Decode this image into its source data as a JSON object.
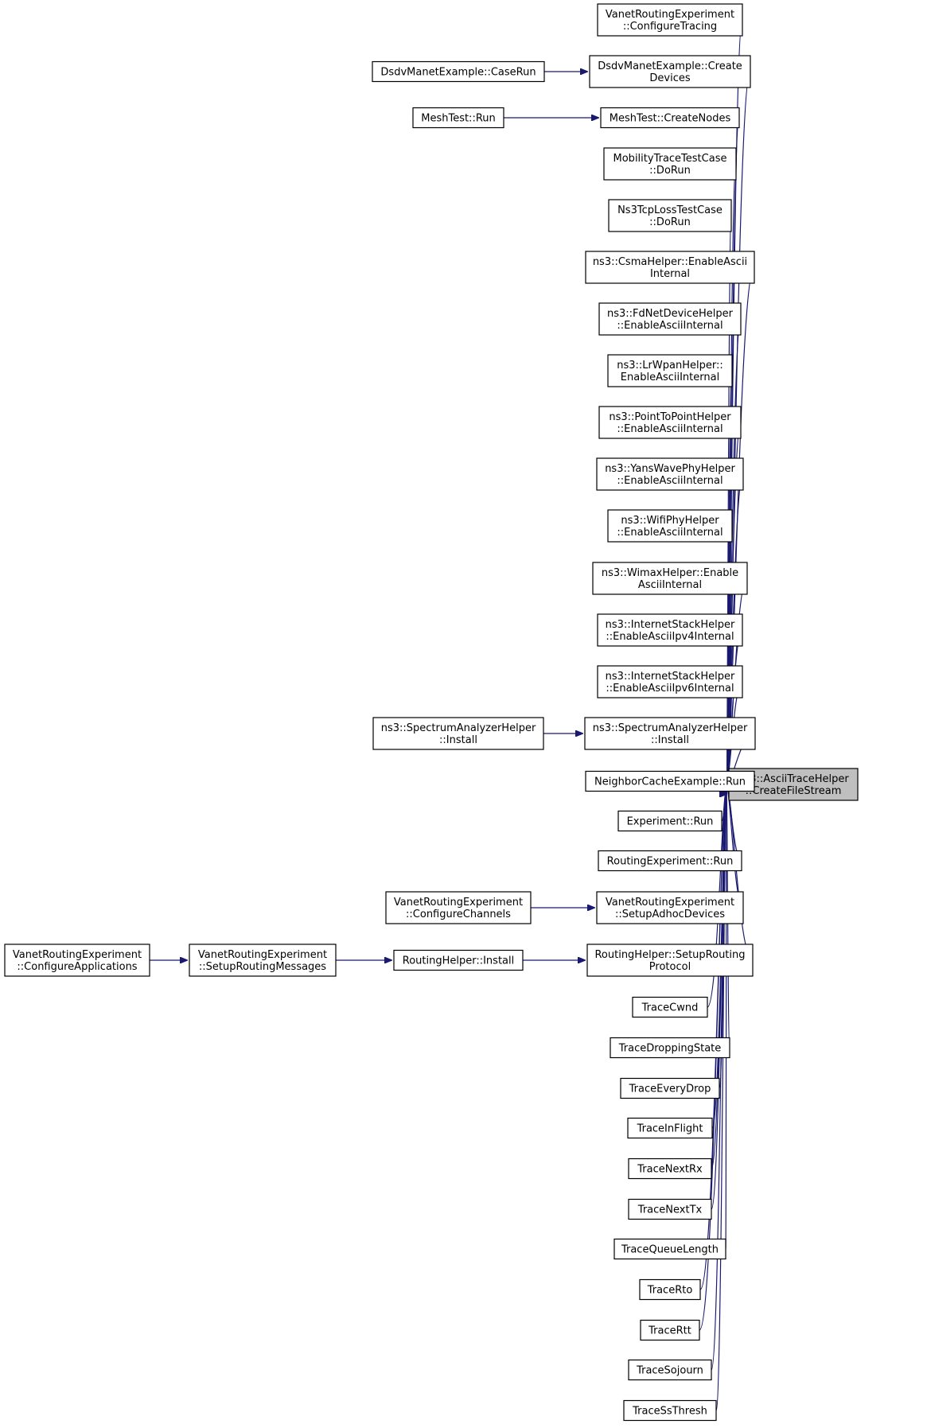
{
  "diagram": {
    "nodes": [
      {
        "id": "target",
        "lines": [
          "ns3::AsciiTraceHelper",
          "::CreateFileStream"
        ],
        "selected": true
      },
      {
        "id": "configure-tracing",
        "lines": [
          "VanetRoutingExperiment",
          "::ConfigureTracing"
        ]
      },
      {
        "id": "dsdv-create-devices",
        "lines": [
          "DsdvManetExample::Create",
          "Devices"
        ]
      },
      {
        "id": "dsdv-caserun",
        "lines": [
          "DsdvManetExample::CaseRun"
        ]
      },
      {
        "id": "mesh-create-nodes",
        "lines": [
          "MeshTest::CreateNodes"
        ]
      },
      {
        "id": "mesh-run",
        "lines": [
          "MeshTest::Run"
        ]
      },
      {
        "id": "mobility-dorun",
        "lines": [
          "MobilityTraceTestCase",
          "::DoRun"
        ]
      },
      {
        "id": "ns3tcp-dorun",
        "lines": [
          "Ns3TcpLossTestCase",
          "::DoRun"
        ]
      },
      {
        "id": "csma-enable",
        "lines": [
          "ns3::CsmaHelper::EnableAscii",
          "Internal"
        ]
      },
      {
        "id": "fdnet-enable",
        "lines": [
          "ns3::FdNetDeviceHelper",
          "::EnableAsciiInternal"
        ]
      },
      {
        "id": "lrwpan-enable",
        "lines": [
          "ns3::LrWpanHelper::",
          "EnableAsciiInternal"
        ]
      },
      {
        "id": "p2p-enable",
        "lines": [
          "ns3::PointToPointHelper",
          "::EnableAsciiInternal"
        ]
      },
      {
        "id": "yanswave-enable",
        "lines": [
          "ns3::YansWavePhyHelper",
          "::EnableAsciiInternal"
        ]
      },
      {
        "id": "wifiphy-enable",
        "lines": [
          "ns3::WifiPhyHelper",
          "::EnableAsciiInternal"
        ]
      },
      {
        "id": "wimax-enable",
        "lines": [
          "ns3::WimaxHelper::Enable",
          "AsciiInternal"
        ]
      },
      {
        "id": "inet-ipv4",
        "lines": [
          "ns3::InternetStackHelper",
          "::EnableAsciiIpv4Internal"
        ]
      },
      {
        "id": "inet-ipv6",
        "lines": [
          "ns3::InternetStackHelper",
          "::EnableAsciiIpv6Internal"
        ]
      },
      {
        "id": "spectrum-install-a",
        "lines": [
          "ns3::SpectrumAnalyzerHelper",
          "::Install"
        ]
      },
      {
        "id": "spectrum-install-b",
        "lines": [
          "ns3::SpectrumAnalyzerHelper",
          "::Install"
        ]
      },
      {
        "id": "neighbor-run",
        "lines": [
          "NeighborCacheExample::Run"
        ]
      },
      {
        "id": "experiment-run",
        "lines": [
          "Experiment::Run"
        ]
      },
      {
        "id": "routing-exp-run",
        "lines": [
          "RoutingExperiment::Run"
        ]
      },
      {
        "id": "setup-adhoc",
        "lines": [
          "VanetRoutingExperiment",
          "::SetupAdhocDevices"
        ]
      },
      {
        "id": "configure-channels",
        "lines": [
          "VanetRoutingExperiment",
          "::ConfigureChannels"
        ]
      },
      {
        "id": "setup-routing-protocol",
        "lines": [
          "RoutingHelper::SetupRouting",
          "Protocol"
        ]
      },
      {
        "id": "routing-helper-install",
        "lines": [
          "RoutingHelper::Install"
        ]
      },
      {
        "id": "setup-routing-messages",
        "lines": [
          "VanetRoutingExperiment",
          "::SetupRoutingMessages"
        ]
      },
      {
        "id": "configure-applications",
        "lines": [
          "VanetRoutingExperiment",
          "::ConfigureApplications"
        ]
      },
      {
        "id": "trace-cwnd",
        "lines": [
          "TraceCwnd"
        ]
      },
      {
        "id": "trace-dropping-state",
        "lines": [
          "TraceDroppingState"
        ]
      },
      {
        "id": "trace-every-drop",
        "lines": [
          "TraceEveryDrop"
        ]
      },
      {
        "id": "trace-in-flight",
        "lines": [
          "TraceInFlight"
        ]
      },
      {
        "id": "trace-next-rx",
        "lines": [
          "TraceNextRx"
        ]
      },
      {
        "id": "trace-next-tx",
        "lines": [
          "TraceNextTx"
        ]
      },
      {
        "id": "trace-queue-length",
        "lines": [
          "TraceQueueLength"
        ]
      },
      {
        "id": "trace-rto",
        "lines": [
          "TraceRto"
        ]
      },
      {
        "id": "trace-rtt",
        "lines": [
          "TraceRtt"
        ]
      },
      {
        "id": "trace-sojourn",
        "lines": [
          "TraceSojourn"
        ]
      },
      {
        "id": "trace-ssthresh",
        "lines": [
          "TraceSsThresh"
        ]
      }
    ],
    "edges": [
      {
        "from": "configure-tracing",
        "to": "target"
      },
      {
        "from": "dsdv-create-devices",
        "to": "target"
      },
      {
        "from": "dsdv-caserun",
        "to": "dsdv-create-devices"
      },
      {
        "from": "mesh-create-nodes",
        "to": "target"
      },
      {
        "from": "mesh-run",
        "to": "mesh-create-nodes"
      },
      {
        "from": "mobility-dorun",
        "to": "target"
      },
      {
        "from": "ns3tcp-dorun",
        "to": "target"
      },
      {
        "from": "csma-enable",
        "to": "target"
      },
      {
        "from": "fdnet-enable",
        "to": "target"
      },
      {
        "from": "lrwpan-enable",
        "to": "target"
      },
      {
        "from": "p2p-enable",
        "to": "target"
      },
      {
        "from": "yanswave-enable",
        "to": "target"
      },
      {
        "from": "wifiphy-enable",
        "to": "target"
      },
      {
        "from": "wimax-enable",
        "to": "target"
      },
      {
        "from": "inet-ipv4",
        "to": "target"
      },
      {
        "from": "inet-ipv6",
        "to": "target"
      },
      {
        "from": "spectrum-install-b",
        "to": "target"
      },
      {
        "from": "spectrum-install-a",
        "to": "spectrum-install-b"
      },
      {
        "from": "neighbor-run",
        "to": "target"
      },
      {
        "from": "experiment-run",
        "to": "target"
      },
      {
        "from": "routing-exp-run",
        "to": "target"
      },
      {
        "from": "setup-adhoc",
        "to": "target"
      },
      {
        "from": "configure-channels",
        "to": "setup-adhoc"
      },
      {
        "from": "setup-routing-protocol",
        "to": "target"
      },
      {
        "from": "routing-helper-install",
        "to": "setup-routing-protocol"
      },
      {
        "from": "setup-routing-messages",
        "to": "routing-helper-install"
      },
      {
        "from": "configure-applications",
        "to": "setup-routing-messages"
      },
      {
        "from": "trace-cwnd",
        "to": "target"
      },
      {
        "from": "trace-dropping-state",
        "to": "target"
      },
      {
        "from": "trace-every-drop",
        "to": "target"
      },
      {
        "from": "trace-in-flight",
        "to": "target"
      },
      {
        "from": "trace-next-rx",
        "to": "target"
      },
      {
        "from": "trace-next-tx",
        "to": "target"
      },
      {
        "from": "trace-queue-length",
        "to": "target"
      },
      {
        "from": "trace-rto",
        "to": "target"
      },
      {
        "from": "trace-rtt",
        "to": "target"
      },
      {
        "from": "trace-sojourn",
        "to": "target"
      },
      {
        "from": "trace-ssthresh",
        "to": "target"
      }
    ],
    "colors": {
      "edge": "#191970",
      "selected_fill": "#bfbfbf",
      "border": "#000000"
    }
  }
}
